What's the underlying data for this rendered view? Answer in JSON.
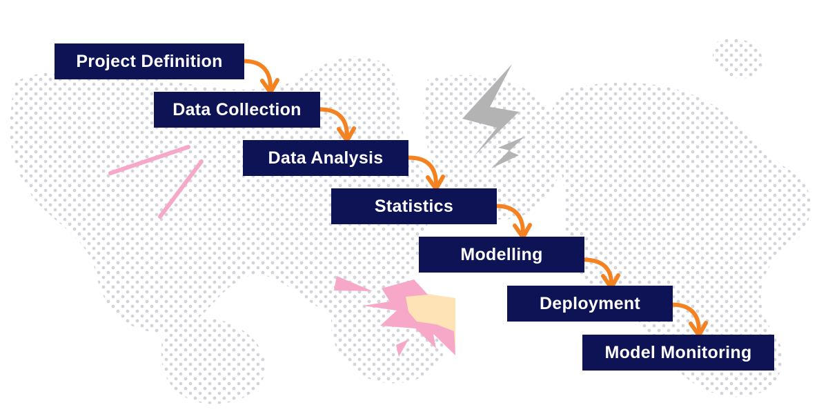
{
  "steps": [
    {
      "label": "Project Definition"
    },
    {
      "label": "Data Collection"
    },
    {
      "label": "Data Analysis"
    },
    {
      "label": "Statistics"
    },
    {
      "label": "Modelling"
    },
    {
      "label": "Deployment"
    },
    {
      "label": "Model Monitoring"
    }
  ],
  "colors": {
    "box": "#0d1354",
    "box_text": "#ffffff",
    "arrow": "#f58220",
    "dots": "#d2d4da",
    "lightning": "#b3b3b3",
    "pink": "#f7a8c9",
    "cream": "#fde3b5"
  },
  "icons": [
    "lightning-bolt-icon",
    "burst-icon",
    "pink-line-icon",
    "curved-arrow-icon"
  ]
}
